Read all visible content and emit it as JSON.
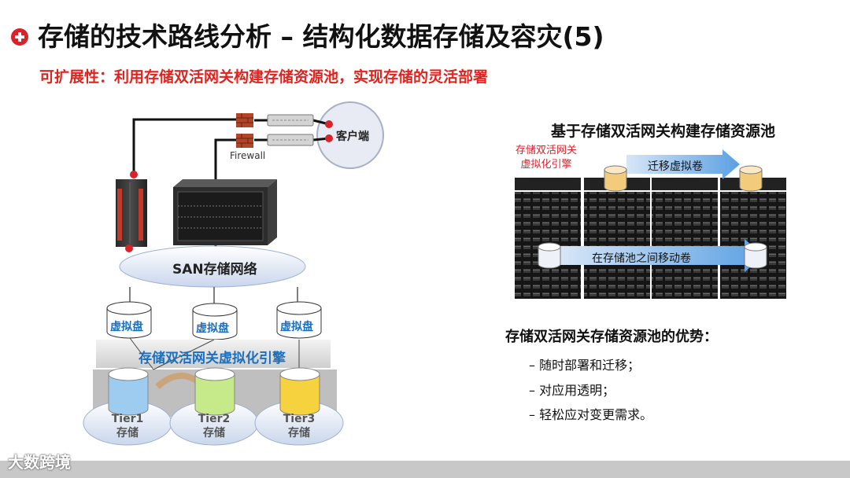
{
  "slide": {
    "title": "存储的技术路线分析 – 结构化数据存储及容灾(5)",
    "subtitle": "可扩展性：利用存储双活网关构建存储资源池，实现存储的灵活部署"
  },
  "left_diagram": {
    "client_label": "客户端",
    "firewall_label": "Firewall",
    "san_label": "SAN存储网络",
    "virtual_disks": [
      "虚拟盘",
      "虚拟盘",
      "虚拟盘"
    ],
    "engine_label": "存储双活网关虚拟化引擎",
    "tiers": [
      {
        "name": "Tier1",
        "sub": "存储",
        "color": "#9ecbf0"
      },
      {
        "name": "Tier2",
        "sub": "存储",
        "color": "#c6e98a"
      },
      {
        "name": "Tier3",
        "sub": "存储",
        "color": "#f7d23f"
      }
    ]
  },
  "right_diagram": {
    "title": "基于存储双活网关构建存储资源池",
    "engine_label_line1": "存储双活网关",
    "engine_label_line2": "虚拟化引擎",
    "arrow_top_label": "迁移虚拟卷",
    "arrow_bottom_label": "在存储池之间移动卷"
  },
  "advantages": {
    "title": "存储双活网关存储资源池的优势：",
    "items": [
      "– 随时部署和迁移；",
      "– 对应用透明；",
      "– 轻松应对变更需求。"
    ]
  },
  "footer": {
    "logo_text": "大数跨境"
  },
  "colors": {
    "accent_red": "#d9232b",
    "subtitle_red": "#e0231c",
    "blue_label": "#1a6fbf"
  }
}
